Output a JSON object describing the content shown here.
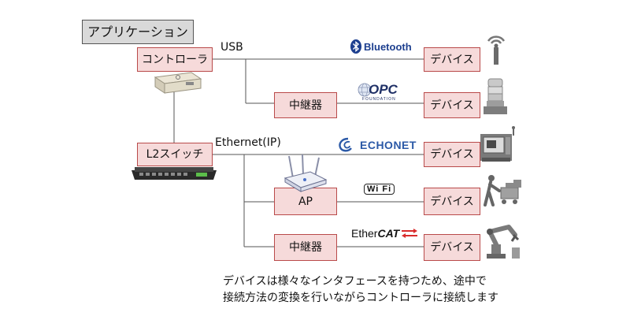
{
  "app_box": {
    "label": "アプリケーション"
  },
  "controller": {
    "label": "コントローラ"
  },
  "l2_switch": {
    "label": "L2スイッチ"
  },
  "repeater_1": {
    "label": "中継器"
  },
  "access_point": {
    "label": "AP"
  },
  "repeater_2": {
    "label": "中継器"
  },
  "link_labels": {
    "usb": "USB",
    "ethernet": "Ethernet(IP)"
  },
  "protocols": {
    "bluetooth": "Bluetooth",
    "opc": "OPC",
    "opc_sub": "FOUNDATION",
    "echonet": "ECHONET",
    "wifi": "Wi Fi",
    "ethercat_1": "Ether",
    "ethercat_2": "CAT"
  },
  "devices": [
    "デバイス",
    "デバイス",
    "デバイス",
    "デバイス",
    "デバイス"
  ],
  "device_icons": [
    "antenna-icon",
    "signal-tower-icon",
    "machine-tool-icon",
    "worker-cart-icon",
    "robot-arm-icon"
  ],
  "caption": {
    "line1": "デバイスは様々なインタフェースを持つため、途中で",
    "line2": "接続方法の変換を行いながらコントローラに接続します"
  },
  "colors": {
    "box_fill": "#f6dada",
    "box_border": "#b94a4a",
    "app_fill": "#d9d9d9",
    "line": "#555555"
  }
}
